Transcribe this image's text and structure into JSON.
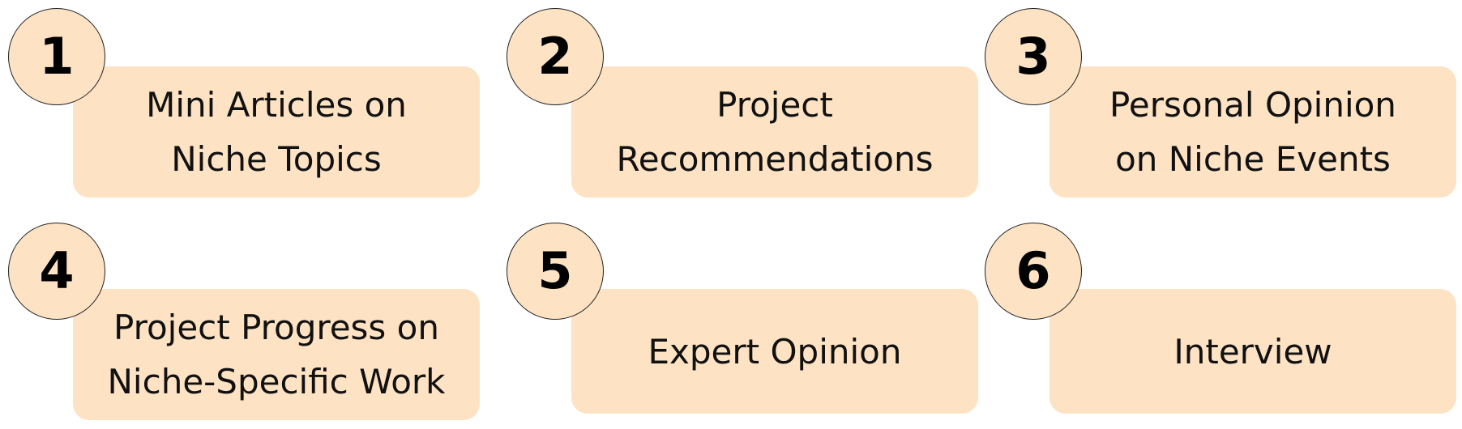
{
  "items": [
    {
      "number": "1",
      "label": "Mini Articles on\nNiche Topics"
    },
    {
      "number": "2",
      "label": "Project\nRecommendations"
    },
    {
      "number": "3",
      "label": "Personal Opinion\non Niche Events"
    },
    {
      "number": "4",
      "label": "Project Progress on\nNiche-Specific Work"
    },
    {
      "number": "5",
      "label": "Expert Opinion"
    },
    {
      "number": "6",
      "label": "Interview"
    }
  ],
  "colors": {
    "card_fill": "#fde2c3",
    "badge_fill": "#fde2c3",
    "badge_border": "#222222",
    "text": "#111111"
  }
}
